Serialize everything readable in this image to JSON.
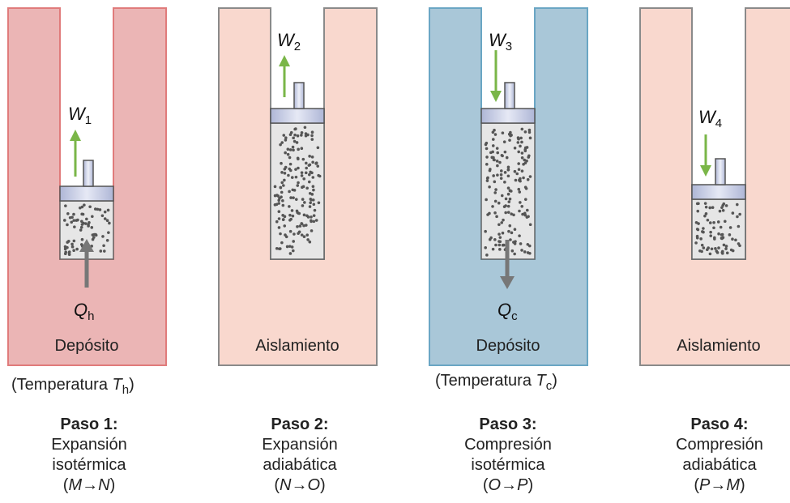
{
  "colors": {
    "hot": "#ebb5b5",
    "hot_border": "#e07b7b",
    "insulation": "#f9d8ce",
    "insulation_border": "#8a8a8a",
    "cold": "#a9c7d8",
    "cold_border": "#6aa6c4",
    "gas": "#e6e6e6",
    "piston": "#c7cde6",
    "work_arrow": "#7ab648",
    "heat_arrow": "#777777"
  },
  "blocks": [
    {
      "label": "Depósito",
      "work_symbol": "W",
      "work_sub": "1",
      "heat_symbol": "Q",
      "heat_sub": "h",
      "temperature": {
        "prefix": "(Temperatura ",
        "symbol": "T",
        "sub": "h",
        "suffix": ")"
      }
    },
    {
      "label": "Aislamiento",
      "work_symbol": "W",
      "work_sub": "2"
    },
    {
      "label": "Depósito",
      "work_symbol": "W",
      "work_sub": "3",
      "heat_symbol": "Q",
      "heat_sub": "c",
      "temperature": {
        "prefix": "(Temperatura ",
        "symbol": "T",
        "sub": "c",
        "suffix": ")"
      }
    },
    {
      "label": "Aislamiento",
      "work_symbol": "W",
      "work_sub": "4"
    }
  ],
  "steps": [
    {
      "title": "Paso 1:",
      "line1": "Expansión",
      "line2": "isotérmica",
      "from": "M",
      "to": "N"
    },
    {
      "title": "Paso 2:",
      "line1": "Expansión",
      "line2": "adiabática",
      "from": "N",
      "to": "O"
    },
    {
      "title": "Paso 3:",
      "line1": "Compresión",
      "line2": "isotérmica",
      "from": "O",
      "to": "P"
    },
    {
      "title": "Paso 4:",
      "line1": "Compresión",
      "line2": "adiabática",
      "from": "P",
      "to": "M"
    }
  ]
}
